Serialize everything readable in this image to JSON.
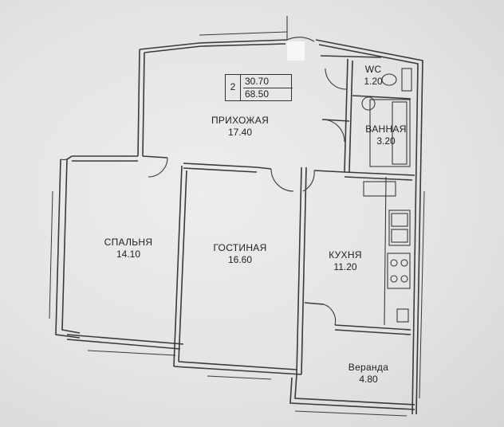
{
  "plan": {
    "summary": {
      "rooms": "2",
      "living_area": "30.70",
      "total_area": "68.50"
    },
    "rooms": [
      {
        "id": "hallway",
        "name": "ПРИХОЖАЯ",
        "area": "17.40"
      },
      {
        "id": "wc",
        "name": "WC",
        "area": "1.20"
      },
      {
        "id": "bathroom",
        "name": "ВАННАЯ",
        "area": "3.20"
      },
      {
        "id": "bedroom",
        "name": "СПАЛЬНЯ",
        "area": "14.10"
      },
      {
        "id": "living",
        "name": "ГОСТИНАЯ",
        "area": "16.60"
      },
      {
        "id": "kitchen",
        "name": "КУХНЯ",
        "area": "11.20"
      },
      {
        "id": "veranda",
        "name": "Веранда",
        "area": "4.80"
      }
    ],
    "colors": {
      "wall": "#3a3a3a",
      "fill": "#e9e9e7",
      "paper": "#e4e4e2"
    }
  }
}
